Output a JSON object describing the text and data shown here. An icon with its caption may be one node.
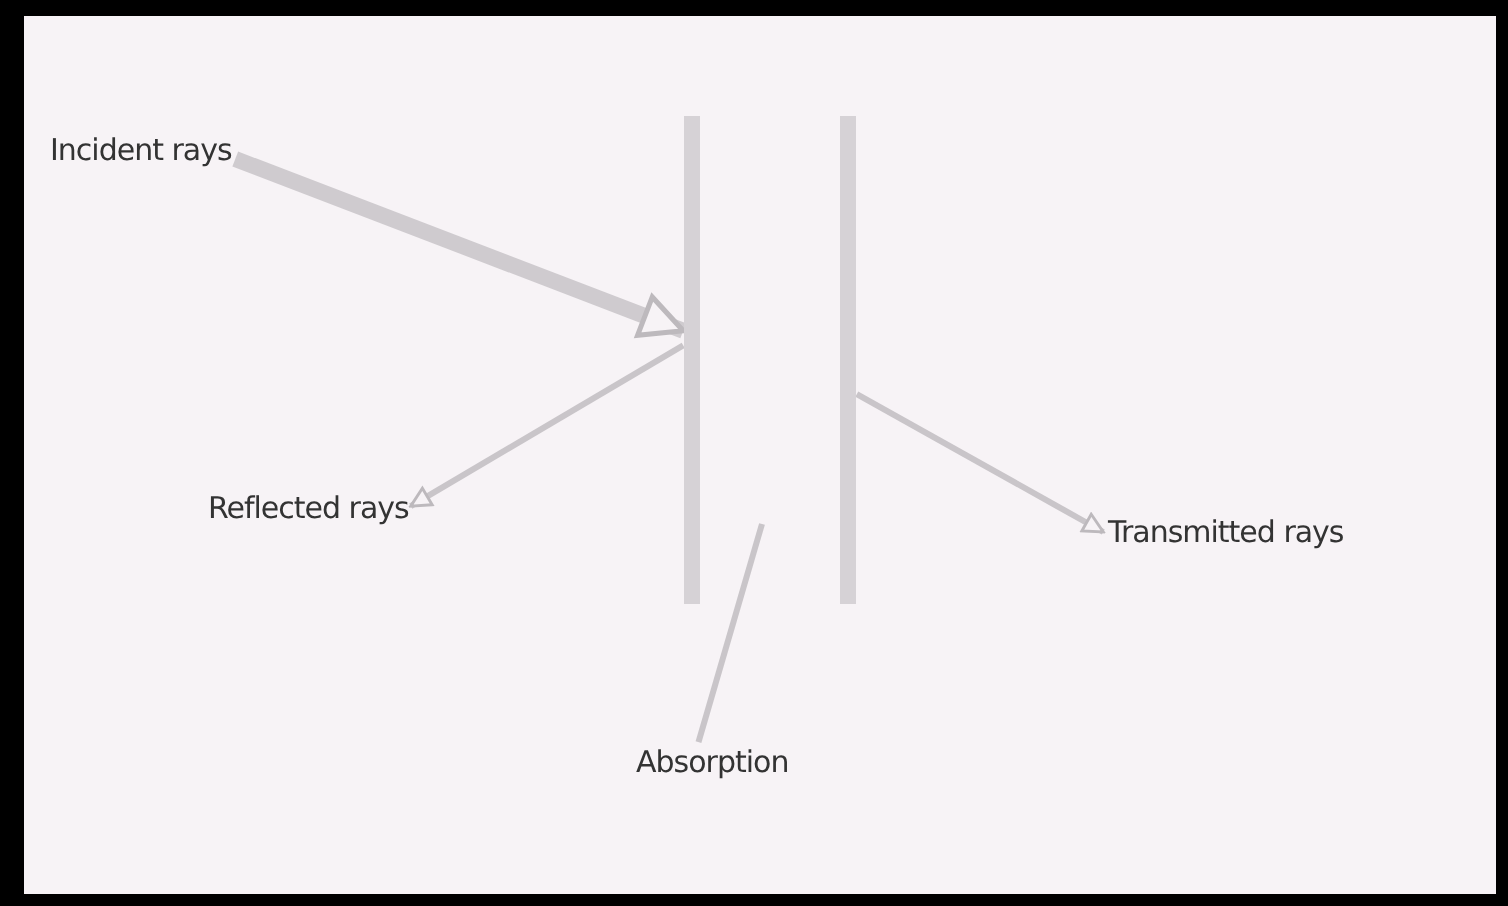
{
  "diagram": {
    "nodes": [
      {
        "text": [
          "Incident rays"
        ]
      },
      {
        "text": [],
        "shape": "bar"
      },
      {
        "text": [],
        "shape": "bar"
      },
      {
        "text": [
          "Reflected rays"
        ]
      },
      {
        "text": [
          "Transmitted rays"
        ]
      },
      {
        "text": [
          "Absorption"
        ]
      }
    ],
    "edges": [
      {
        "from": 0,
        "to": 1,
        "arrow": "to",
        "style": "thick"
      },
      {
        "from": 1,
        "to": 3,
        "arrow": "to"
      },
      {
        "from": 2,
        "to": 4,
        "arrow": "to"
      },
      {
        "from": 5,
        "to": null,
        "arrow": "none"
      }
    ]
  }
}
